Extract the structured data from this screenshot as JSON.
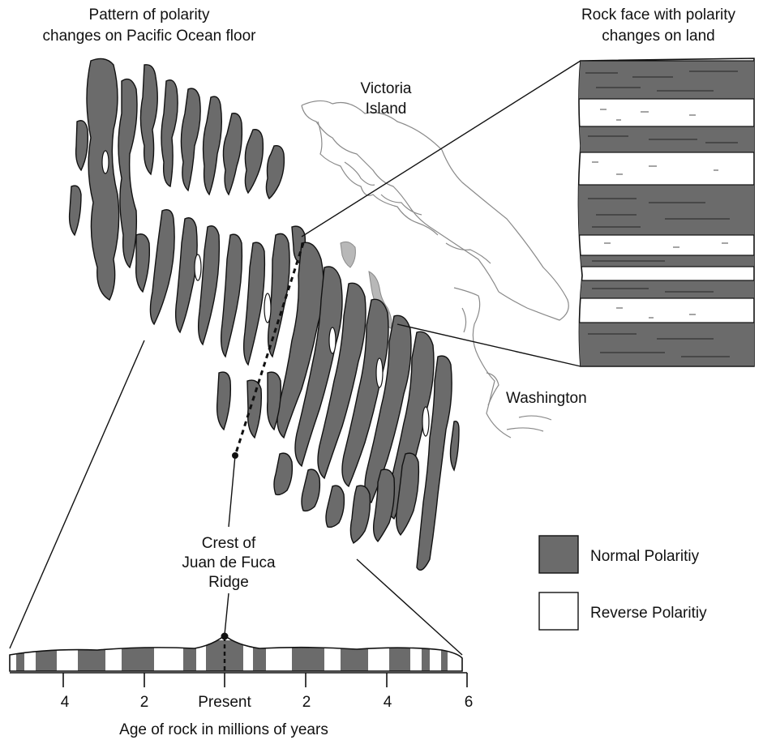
{
  "labels": {
    "ocean_title": [
      "Pattern of polarity",
      "changes on Pacific Ocean floor"
    ],
    "land_title": [
      "Rock face with polarity",
      "changes on land"
    ],
    "island": [
      "Victoria",
      "Island"
    ],
    "state": "Washington",
    "ridge": [
      "Crest of",
      "Juan de Fuca",
      "Ridge"
    ],
    "axis_title": "Age of rock in millions of years"
  },
  "legend": {
    "normal": "Normal Polaritiy",
    "reverse": "Reverse Polaritiy"
  },
  "axis": {
    "ticks": [
      "4",
      "2",
      "Present",
      "2",
      "4",
      "6"
    ]
  },
  "colors": {
    "normal": "#6b6b6b",
    "reverse": "#ffffff",
    "outline": "#111111",
    "coast": "#9a9a9a",
    "land_fill": "#b5b5b5"
  }
}
